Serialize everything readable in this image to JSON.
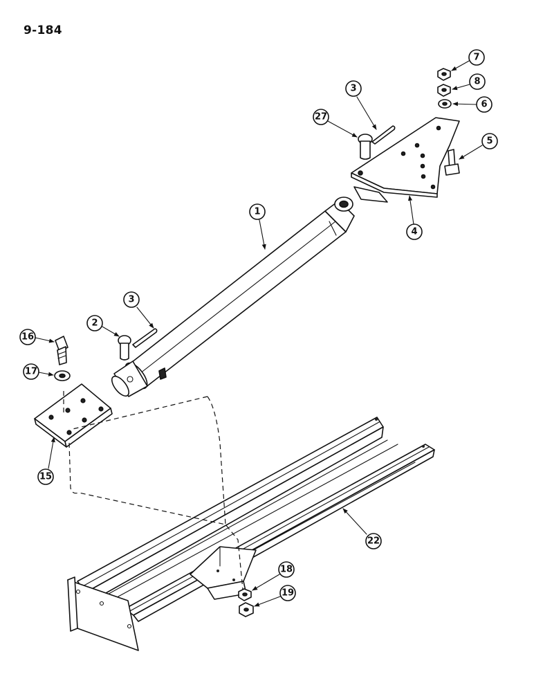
{
  "page": {
    "number": "9-184"
  },
  "callouts": [
    {
      "id": "1",
      "label": "1"
    },
    {
      "id": "2",
      "label": "2"
    },
    {
      "id": "3a",
      "label": "3"
    },
    {
      "id": "3b",
      "label": "3"
    },
    {
      "id": "4",
      "label": "4"
    },
    {
      "id": "5",
      "label": "5"
    },
    {
      "id": "6",
      "label": "6"
    },
    {
      "id": "7",
      "label": "7"
    },
    {
      "id": "8",
      "label": "8"
    },
    {
      "id": "15",
      "label": "15"
    },
    {
      "id": "16",
      "label": "16"
    },
    {
      "id": "17",
      "label": "17"
    },
    {
      "id": "18",
      "label": "18"
    },
    {
      "id": "19",
      "label": "19"
    },
    {
      "id": "22",
      "label": "22"
    },
    {
      "id": "27",
      "label": "27"
    }
  ]
}
